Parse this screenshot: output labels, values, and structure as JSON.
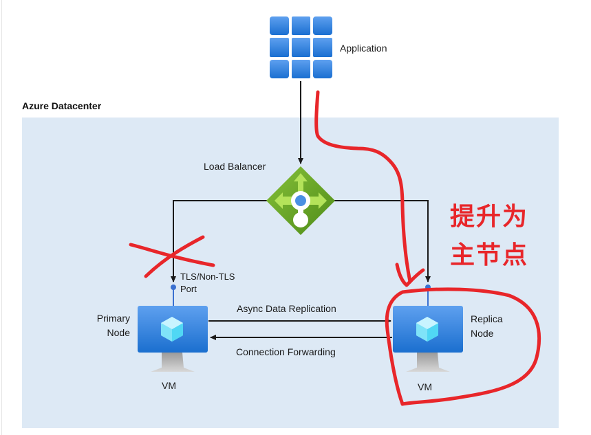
{
  "diagram": {
    "nodes": {
      "application": {
        "label": "Application",
        "icon": "app-grid-icon"
      },
      "load_balancer": {
        "label": "Load Balancer",
        "icon": "load-balancer-icon"
      },
      "primary": {
        "label_line1": "Primary",
        "label_line2": "Node",
        "sub_label": "VM",
        "icon": "vm-monitor-icon"
      },
      "replica": {
        "label_line1": "Replica",
        "label_line2": "Node",
        "sub_label": "VM",
        "icon": "vm-monitor-icon"
      }
    },
    "container": {
      "title": "Azure Datacenter",
      "fill": "#dde9f5"
    },
    "port_label_line1": "TLS/Non-TLS",
    "port_label_line2": "Port",
    "edges": {
      "replication": "Async Data Replication",
      "forwarding": "Connection Forwarding"
    },
    "annotation": {
      "line1": "提升为",
      "line2": "主节点",
      "color": "#e8262a"
    },
    "colors": {
      "azure_blue": "#1f77d6",
      "lb_green": "#5ea020",
      "arrow": "#1a1a1a"
    }
  }
}
